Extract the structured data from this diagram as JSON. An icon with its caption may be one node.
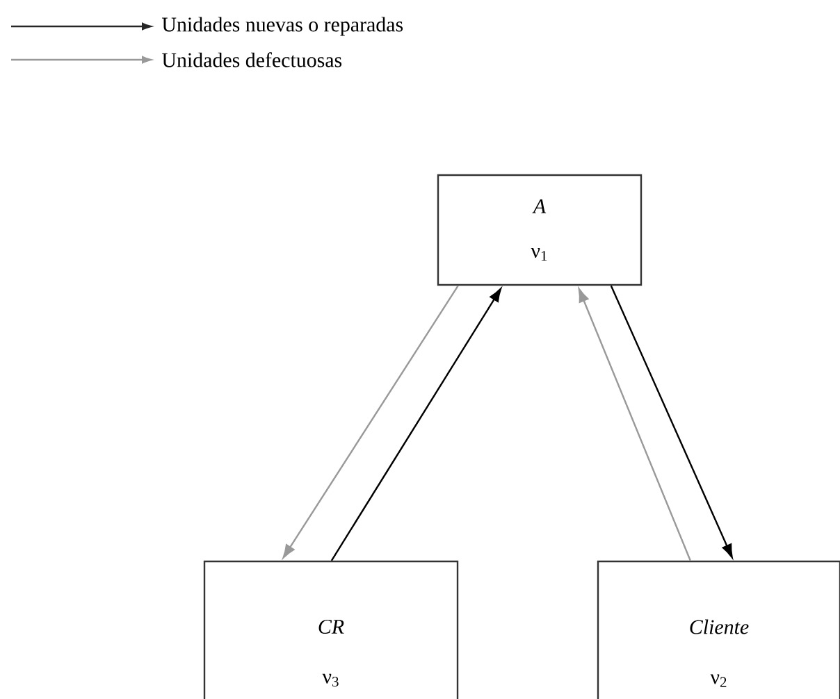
{
  "diagram": {
    "nodes": [
      {
        "text": [
          "A",
          "ν$_{1}$"
        ]
      },
      {
        "text": [
          "Cliente",
          "ν$_{2}$"
        ]
      },
      {
        "text": [
          "CR",
          "ν$_{3}$"
        ]
      }
    ],
    "edges": [
      {
        "from": 0,
        "to": 2,
        "arrow": "to",
        "color": "#999999"
      },
      {
        "from": 2,
        "to": 0,
        "arrow": "to",
        "color": "#000000"
      },
      {
        "from": 0,
        "to": 1,
        "arrow": "to",
        "color": "#000000"
      },
      {
        "from": 1,
        "to": 0,
        "arrow": "to",
        "color": "#999999"
      }
    ],
    "legend": [
      {
        "text": "Unidades nuevas o reparadas"
      },
      {
        "text": "Unidades defectuosas"
      }
    ]
  }
}
